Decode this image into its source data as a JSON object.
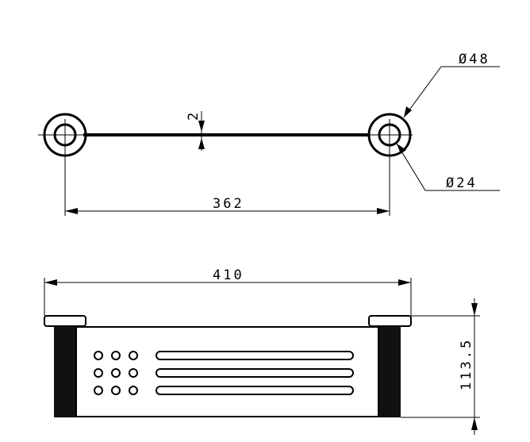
{
  "drawing": {
    "top_view": {
      "dim_thickness": "2",
      "dim_spacing": "362",
      "dim_outer_diameter": "Ø48",
      "dim_inner_diameter": "Ø24"
    },
    "front_view": {
      "dim_overall_length": "410",
      "dim_height": "113.5",
      "hole_rows": 3,
      "hole_cols": 3,
      "slot_count": 3
    },
    "colors": {
      "line": "#000000",
      "background": "#ffffff"
    }
  }
}
